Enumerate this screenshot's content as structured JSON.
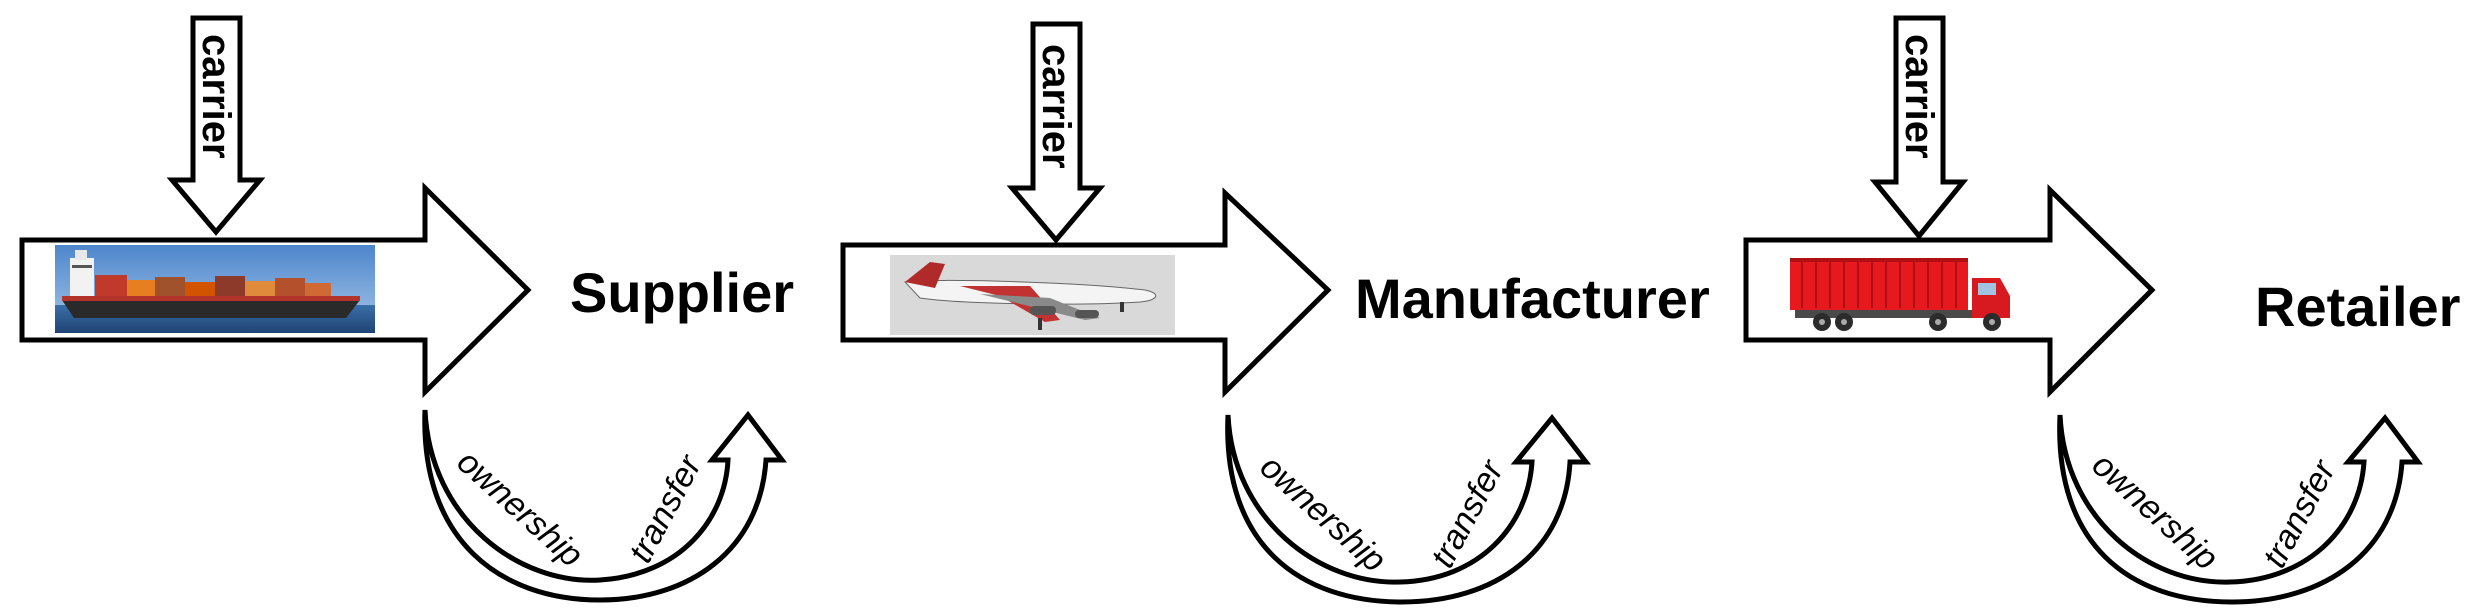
{
  "colors": {
    "outline": "#000000",
    "fill": "#ffffff",
    "truck_container": "#e5191e",
    "plane_bg": "#d9d9d9",
    "ship_sky": "#6f9fd8",
    "ship_sea": "#2e5f96"
  },
  "stages": [
    {
      "name": "Supplier",
      "carrier_label": "carrier",
      "transport_icon": "container-ship-icon",
      "ownership_word": "ownership",
      "transfer_word": "transfer"
    },
    {
      "name": "Manufacturer",
      "carrier_label": "carrier",
      "transport_icon": "airplane-icon",
      "ownership_word": "ownership",
      "transfer_word": "transfer"
    },
    {
      "name": "Retailer",
      "carrier_label": "carrier",
      "transport_icon": "truck-icon",
      "ownership_word": "ownership",
      "transfer_word": "transfer"
    }
  ]
}
